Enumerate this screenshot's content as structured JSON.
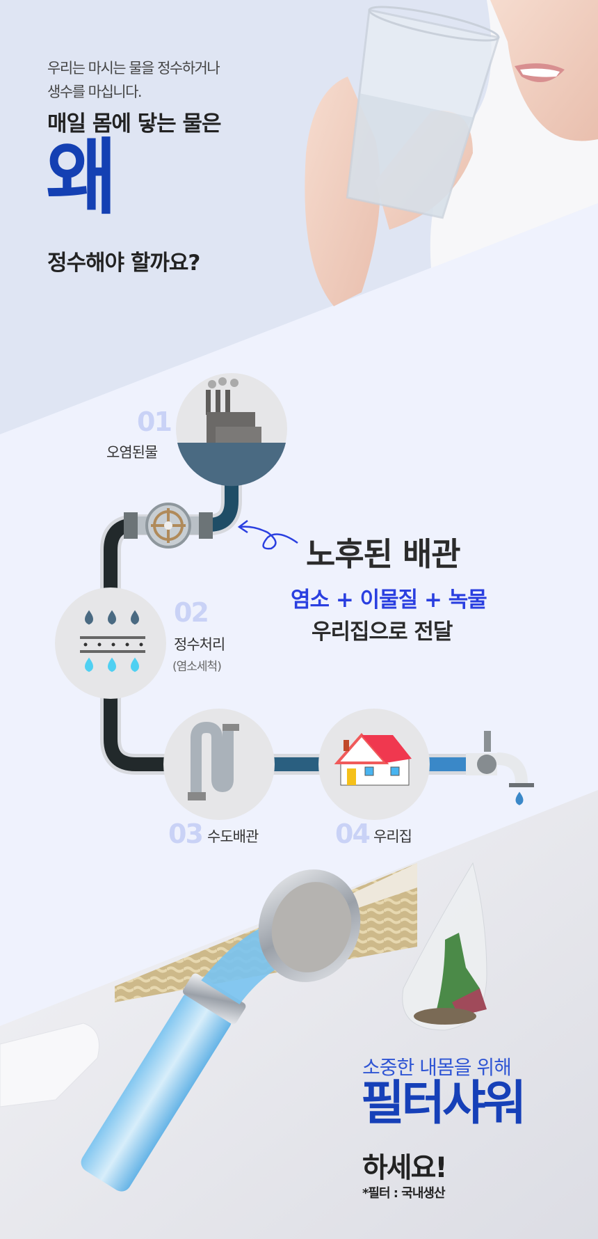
{
  "hero": {
    "intro_line1": "우리는 마시는 물을 정수하거나",
    "intro_line2": "생수를 마십니다.",
    "headline1": "매일 몸에 닿는 물은",
    "why": "왜",
    "headline2": "정수해야 할까요?"
  },
  "process": {
    "steps": [
      {
        "num": "01",
        "label": "오염된물",
        "icon": "factory-icon"
      },
      {
        "num": "02",
        "label": "정수처리",
        "sub": "(염소세척)",
        "icon": "filter-drops-icon"
      },
      {
        "num": "03",
        "label": "수도배관",
        "icon": "s-pipe-icon"
      },
      {
        "num": "04",
        "label": "우리집",
        "icon": "house-icon"
      }
    ],
    "callout_title": "노후된 배관",
    "callout_ingredients": "염소 + 이물질 + 녹물",
    "callout_delivery": "우리집으로 전달"
  },
  "product": {
    "tagline": "소중한 내몸을 위해",
    "name": "필터샤워",
    "cta": "하세요!",
    "note": "*필터 : 국내생산"
  },
  "colors": {
    "accent_blue": "#1440b3",
    "ingredient_blue": "#2a3fe0",
    "step_number": "#c9d2f6"
  }
}
